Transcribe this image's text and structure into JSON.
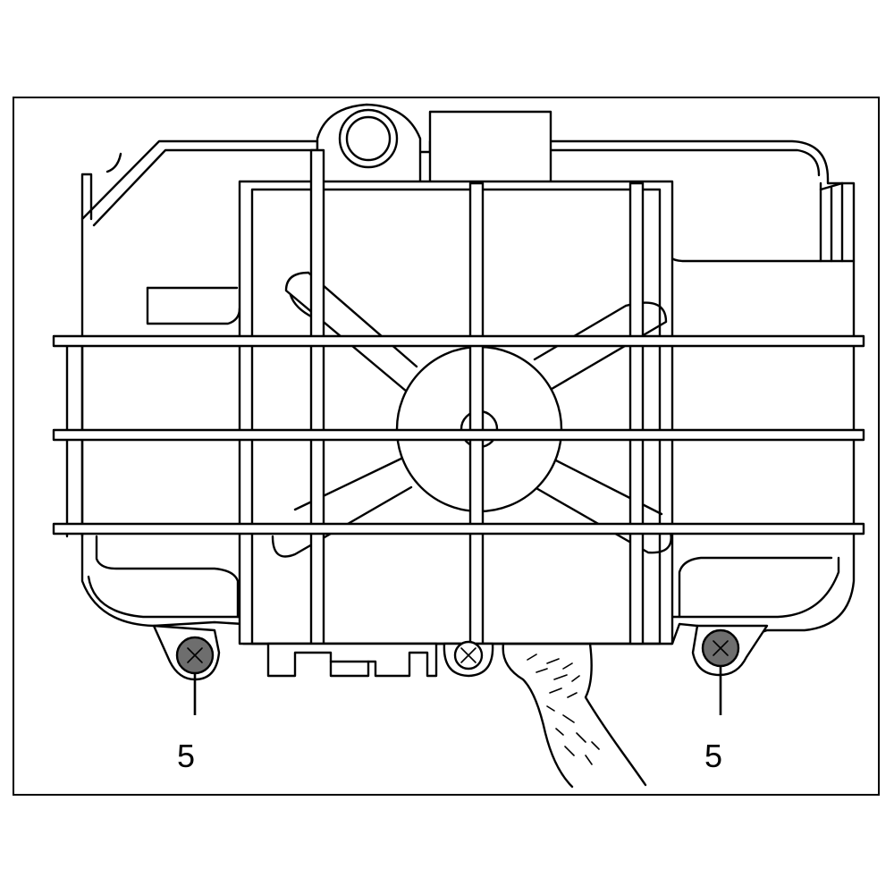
{
  "callouts": [
    {
      "id": "left",
      "label": "5"
    },
    {
      "id": "right",
      "label": "5"
    }
  ],
  "colors": {
    "line": "#000000",
    "background": "#ffffff",
    "screw_fill": "#6e6e6e"
  },
  "icons": {
    "screw": "screw-head-x-icon"
  }
}
